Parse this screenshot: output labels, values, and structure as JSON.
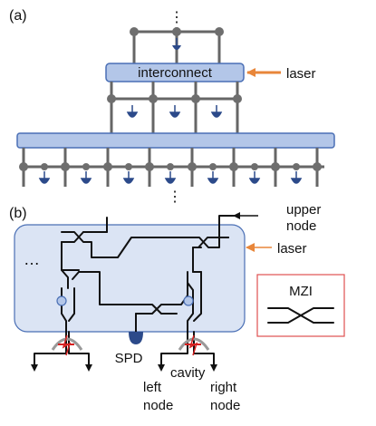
{
  "panel_a": {
    "label": "(a)",
    "ellipsis": "⋮",
    "interconnect_label": "interconnect",
    "laser_label": "laser"
  },
  "panel_b": {
    "label": "(b)",
    "ellipsis_vertical": "⋮",
    "ellipsis_horizontal": "…",
    "upper_node_line1": "upper",
    "upper_node_line2": "node",
    "laser_label": "laser",
    "mzi_label": "MZI",
    "spd_label": "SPD",
    "cavity_label": "cavity",
    "left_node_line1": "left",
    "left_node_line2": "node",
    "right_node_line1": "right",
    "right_node_line2": "node"
  },
  "colors": {
    "bar_fill": "#b3c6e8",
    "bar_stroke": "#4a6fb5",
    "chip_fill": "#dbe4f4",
    "laser_arrow": "#e8863a",
    "mzi_box": "#e05050",
    "detector": "#2c4a8a",
    "cavity_red": "#d62020"
  }
}
